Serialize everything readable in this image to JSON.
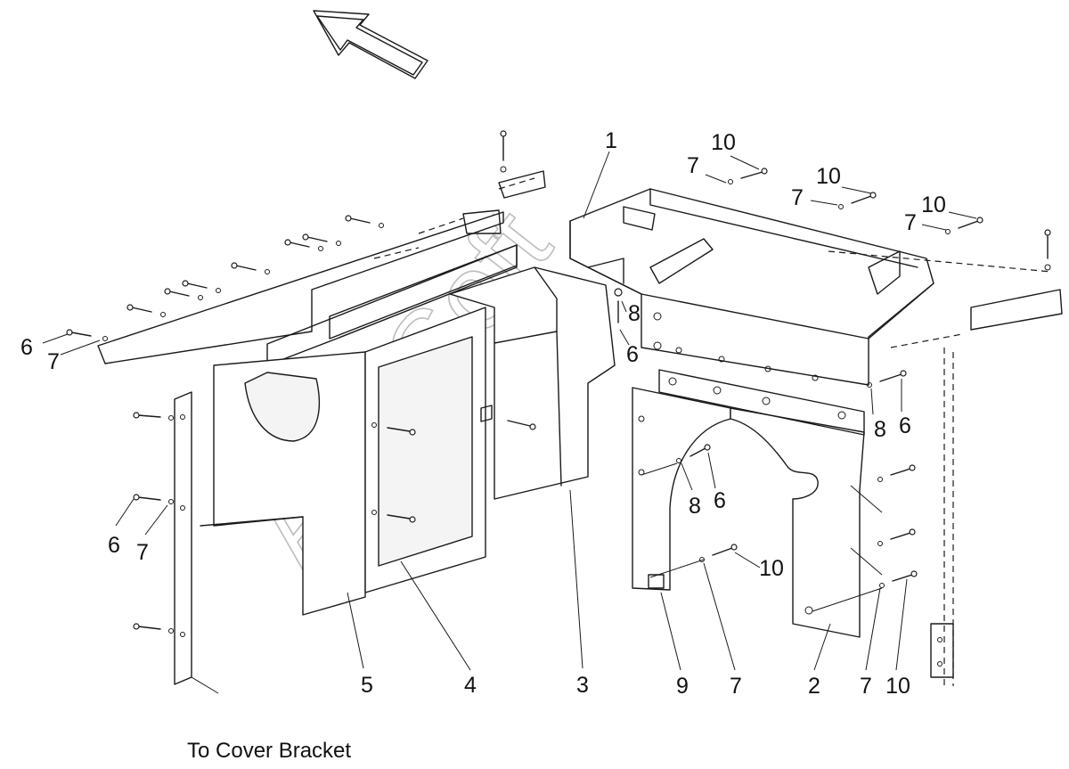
{
  "watermark": "AutoSoft",
  "caption": "To Cover Bracket",
  "callouts": {
    "part_1": "1",
    "part_2": "2",
    "part_3": "3",
    "part_4": "4",
    "part_5": "5",
    "part_6": "6",
    "part_7": "7",
    "part_8": "8",
    "part_9": "9",
    "part_10": "10"
  }
}
